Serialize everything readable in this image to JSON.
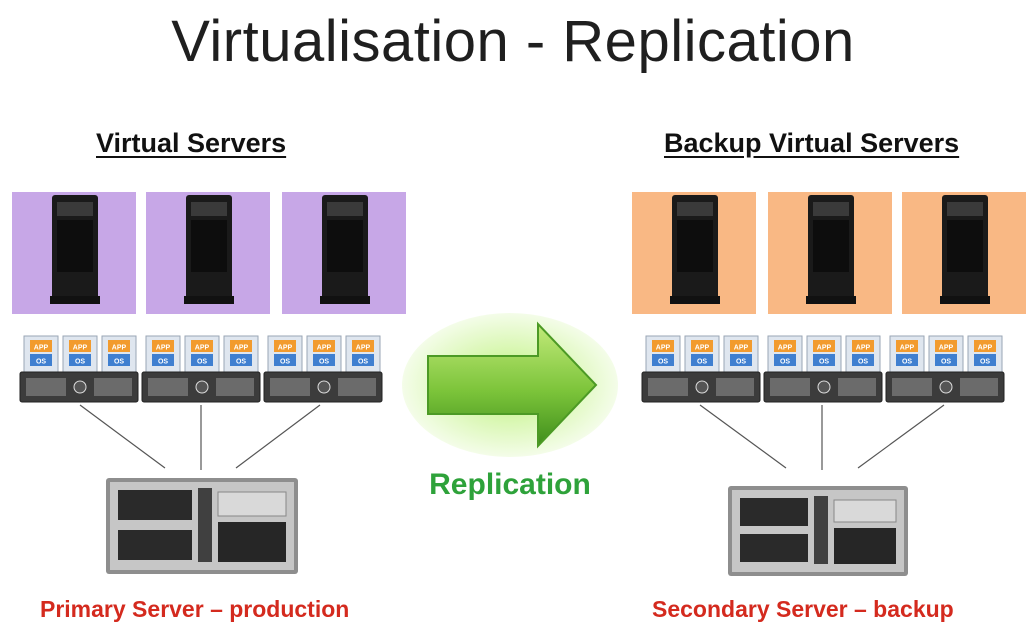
{
  "title": "Virtualisation - Replication",
  "left": {
    "heading": "Virtual Servers",
    "caption": "Primary Server – production",
    "tile_color": "#c7a7e7"
  },
  "right": {
    "heading": "Backup Virtual Servers",
    "caption": "Secondary Server – backup",
    "tile_color": "#f9b884"
  },
  "replication_label": "Replication",
  "badges": {
    "top": "APP",
    "bottom": "OS"
  },
  "colors": {
    "caption_red": "#d42a1e",
    "arrow_green": "#7cc43a",
    "label_green": "#2ea23a"
  }
}
